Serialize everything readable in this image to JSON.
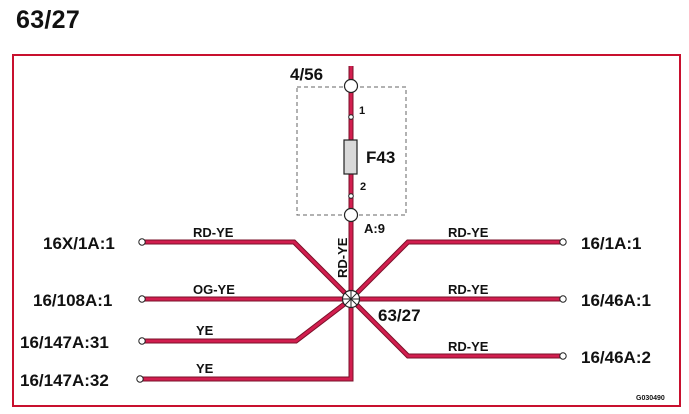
{
  "title": "63/27",
  "colors": {
    "frame": "#c8102e",
    "wire": "#d21e4f",
    "wire_outline": "#7a1028"
  },
  "top_connector": "4/56",
  "fuse": {
    "name": "F43",
    "pin_top": "1",
    "pin_bottom": "2"
  },
  "fuse_output_pin": "A:9",
  "vertical_wire_color": "RD-YE",
  "splice": "63/27",
  "left_connections": [
    {
      "label": "16X/1A:1",
      "wire_color": "RD-YE"
    },
    {
      "label": "16/108A:1",
      "wire_color": "OG-YE"
    },
    {
      "label": "16/147A:31",
      "wire_color": "YE"
    },
    {
      "label": "16/147A:32",
      "wire_color": "YE"
    }
  ],
  "right_connections": [
    {
      "label": "16/1A:1",
      "wire_color": "RD-YE"
    },
    {
      "label": "16/46A:1",
      "wire_color": "RD-YE"
    },
    {
      "label": "16/46A:2",
      "wire_color": "RD-YE"
    }
  ],
  "reference_code": "G030490"
}
